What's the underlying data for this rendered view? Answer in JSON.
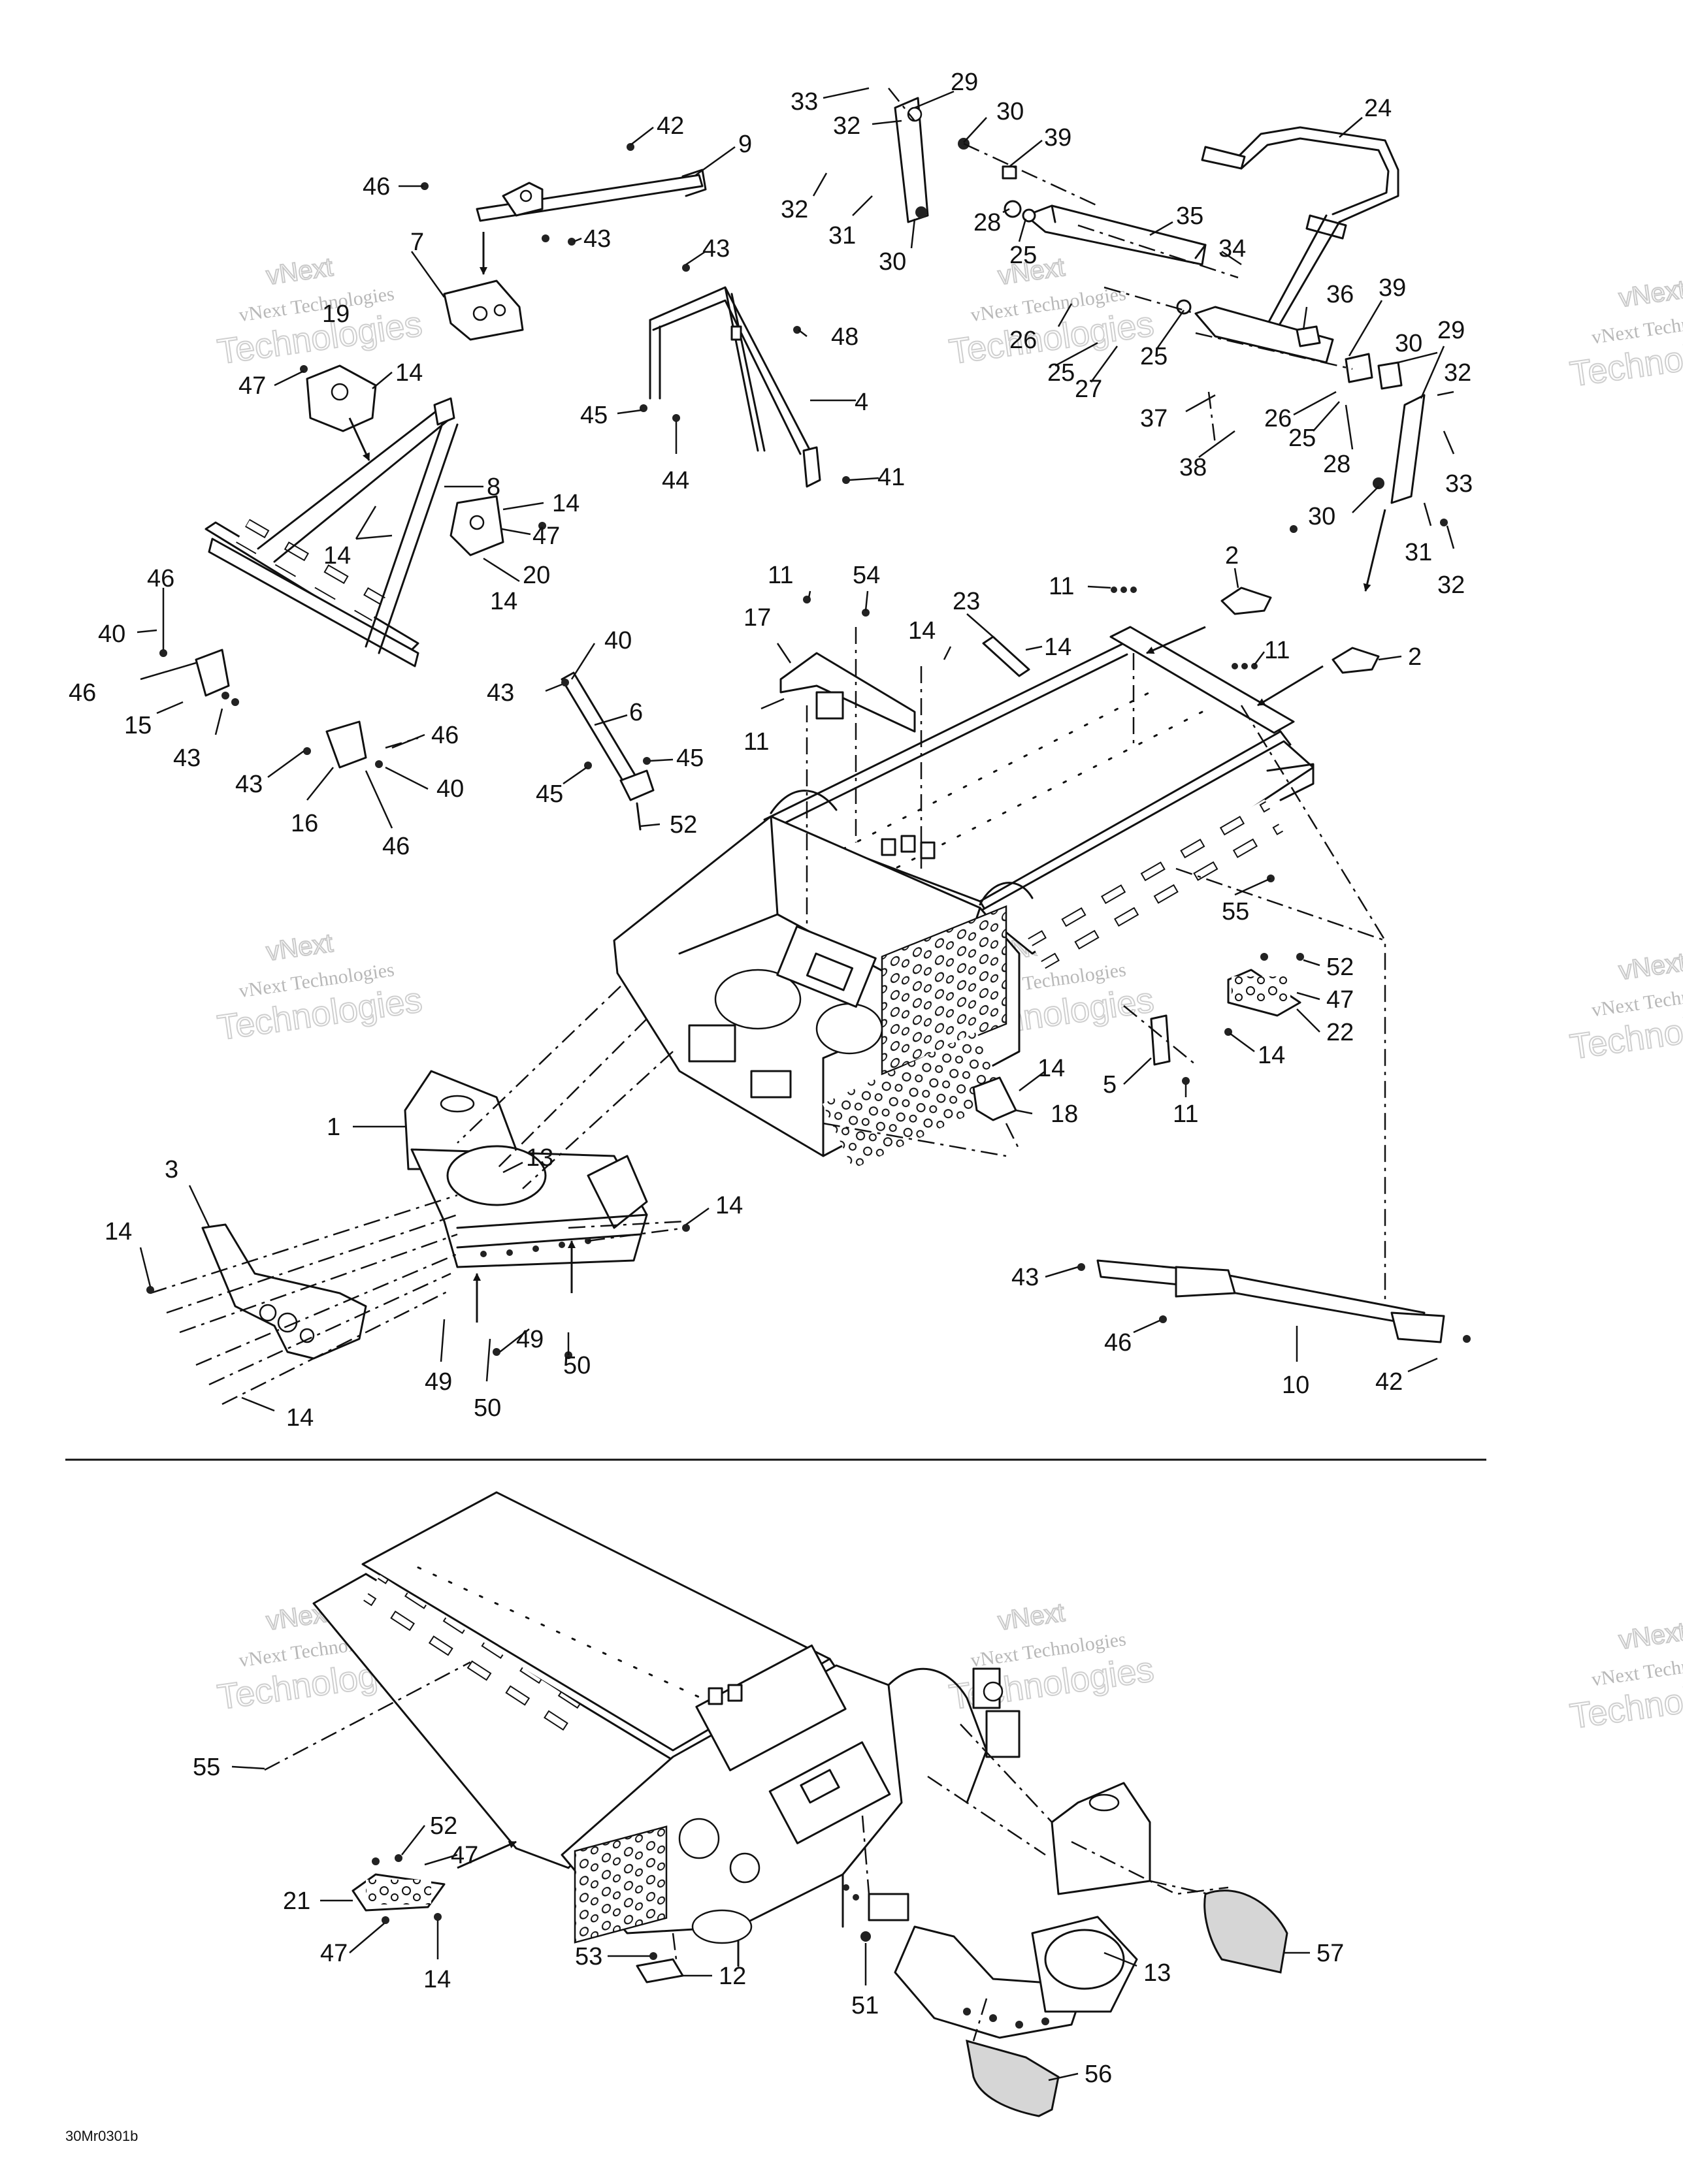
{
  "diagram": {
    "drawing_code": "30Mr0301b",
    "watermark": {
      "line1": "vNext",
      "line2": "vNext Technologies",
      "line3": "Technologies"
    },
    "callouts": [
      {
        "label": "42"
      },
      {
        "label": "9"
      },
      {
        "label": "46"
      },
      {
        "label": "43"
      },
      {
        "label": "7"
      },
      {
        "label": "19"
      },
      {
        "label": "14"
      },
      {
        "label": "47"
      },
      {
        "label": "8"
      },
      {
        "label": "14"
      },
      {
        "label": "47"
      },
      {
        "label": "14"
      },
      {
        "label": "20"
      },
      {
        "label": "14"
      },
      {
        "label": "46"
      },
      {
        "label": "40"
      },
      {
        "label": "46"
      },
      {
        "label": "15"
      },
      {
        "label": "43"
      },
      {
        "label": "46"
      },
      {
        "label": "43"
      },
      {
        "label": "40"
      },
      {
        "label": "16"
      },
      {
        "label": "46"
      },
      {
        "label": "43"
      },
      {
        "label": "48"
      },
      {
        "label": "45"
      },
      {
        "label": "4"
      },
      {
        "label": "44"
      },
      {
        "label": "41"
      },
      {
        "label": "40"
      },
      {
        "label": "43"
      },
      {
        "label": "6"
      },
      {
        "label": "45"
      },
      {
        "label": "45"
      },
      {
        "label": "52"
      },
      {
        "label": "33"
      },
      {
        "label": "29"
      },
      {
        "label": "32"
      },
      {
        "label": "30"
      },
      {
        "label": "39"
      },
      {
        "label": "32"
      },
      {
        "label": "31"
      },
      {
        "label": "28"
      },
      {
        "label": "30"
      },
      {
        "label": "25"
      },
      {
        "label": "35"
      },
      {
        "label": "24"
      },
      {
        "label": "34"
      },
      {
        "label": "26"
      },
      {
        "label": "25"
      },
      {
        "label": "27"
      },
      {
        "label": "25"
      },
      {
        "label": "36"
      },
      {
        "label": "39"
      },
      {
        "label": "30"
      },
      {
        "label": "29"
      },
      {
        "label": "32"
      },
      {
        "label": "37"
      },
      {
        "label": "26"
      },
      {
        "label": "25"
      },
      {
        "label": "28"
      },
      {
        "label": "38"
      },
      {
        "label": "33"
      },
      {
        "label": "30"
      },
      {
        "label": "31"
      },
      {
        "label": "32"
      },
      {
        "label": "11"
      },
      {
        "label": "54"
      },
      {
        "label": "23"
      },
      {
        "label": "17"
      },
      {
        "label": "14"
      },
      {
        "label": "14"
      },
      {
        "label": "11"
      },
      {
        "label": "11"
      },
      {
        "label": "2"
      },
      {
        "label": "11"
      },
      {
        "label": "2"
      },
      {
        "label": "55"
      },
      {
        "label": "52"
      },
      {
        "label": "47"
      },
      {
        "label": "22"
      },
      {
        "label": "14"
      },
      {
        "label": "5"
      },
      {
        "label": "11"
      },
      {
        "label": "14"
      },
      {
        "label": "18"
      },
      {
        "label": "1"
      },
      {
        "label": "13"
      },
      {
        "label": "3"
      },
      {
        "label": "14"
      },
      {
        "label": "14"
      },
      {
        "label": "49"
      },
      {
        "label": "50"
      },
      {
        "label": "49"
      },
      {
        "label": "50"
      },
      {
        "label": "14"
      },
      {
        "label": "43"
      },
      {
        "label": "46"
      },
      {
        "label": "10"
      },
      {
        "label": "42"
      },
      {
        "label": "55"
      },
      {
        "label": "52"
      },
      {
        "label": "47"
      },
      {
        "label": "21"
      },
      {
        "label": "47"
      },
      {
        "label": "14"
      },
      {
        "label": "53"
      },
      {
        "label": "12"
      },
      {
        "label": "51"
      },
      {
        "label": "13"
      },
      {
        "label": "57"
      },
      {
        "label": "56"
      }
    ]
  }
}
